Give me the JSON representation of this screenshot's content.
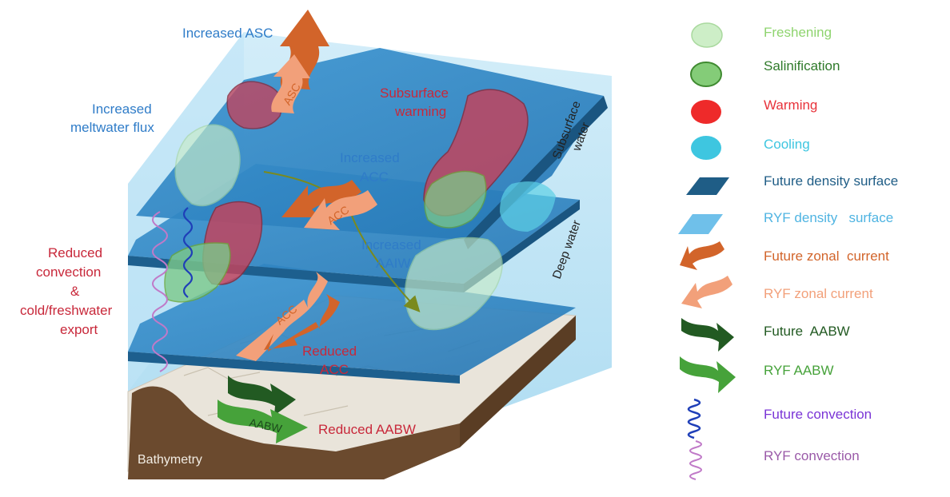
{
  "labels": {
    "increased_asc": "Increased ASC",
    "asc_arrow": "ASC",
    "meltwater_line1": "Increased",
    "meltwater_line2": "meltwater flux",
    "subsurface_warming_line1": "Subsurface",
    "subsurface_warming_line2": "warming",
    "subsurface_water_line1": "Subsurface",
    "subsurface_water_line2": "water",
    "increased_acc_line1": "Increased",
    "increased_acc_line2": "ACC",
    "acc_upper": "ACC",
    "increased_aaiw_line1": "Increased",
    "increased_aaiw_line2": "AAIW",
    "deep_water": "Deep water",
    "reduced_convection_line1": "Reduced",
    "reduced_convection_line2": "convection",
    "reduced_convection_line3": "&",
    "reduced_convection_line4": "cold/freshwater",
    "reduced_convection_line5": "export",
    "acc_lower": "ACC",
    "reduced_acc_line1": "Reduced",
    "reduced_acc_line2": "ACC",
    "aabw_arrow": "AABW",
    "reduced_aabw": "Reduced AABW",
    "bathymetry": "Bathymetry"
  },
  "legend": [
    {
      "key": "freshening",
      "label": "Freshening",
      "color": "#8fd46f"
    },
    {
      "key": "salinification",
      "label": "Salinification",
      "color": "#2f7a2a"
    },
    {
      "key": "warming",
      "label": "Warming",
      "color": "#e8323a"
    },
    {
      "key": "cooling",
      "label": "Cooling",
      "color": "#3ec6e0"
    },
    {
      "key": "future-density-surface",
      "label": "Future density surface",
      "color": "#1f5d86"
    },
    {
      "key": "ryf-density-surface",
      "label": "RYF density   surface",
      "color": "#4fb4e2"
    },
    {
      "key": "future-zonal-current",
      "label": "Future zonal  current",
      "color": "#d2642a"
    },
    {
      "key": "ryf-zonal-current",
      "label": "RYF zonal current",
      "color": "#f2a07a"
    },
    {
      "key": "future-aabw",
      "label": "Future  AABW",
      "color": "#225a22"
    },
    {
      "key": "ryf-aabw",
      "label": "RYF AABW",
      "color": "#46a23a"
    },
    {
      "key": "future-convection",
      "label": "Future convection",
      "color": "#7a34d6"
    },
    {
      "key": "ryf-convection",
      "label": "RYF convection",
      "color": "#9a5aa8"
    }
  ],
  "colors": {
    "label_blue": "#2f7cc8",
    "label_red": "#c8283a",
    "label_dark": "#222222",
    "water": "#a9dcf2",
    "layer": "#2e86c6",
    "layer_edge": "#1d5f8e",
    "floor": "#e9e4da",
    "bathy": "#6b4a2e",
    "future_current": "#d2642a",
    "ryf_current": "#f2a07a",
    "future_aabw": "#225a22",
    "ryf_aabw": "#46a23a"
  }
}
